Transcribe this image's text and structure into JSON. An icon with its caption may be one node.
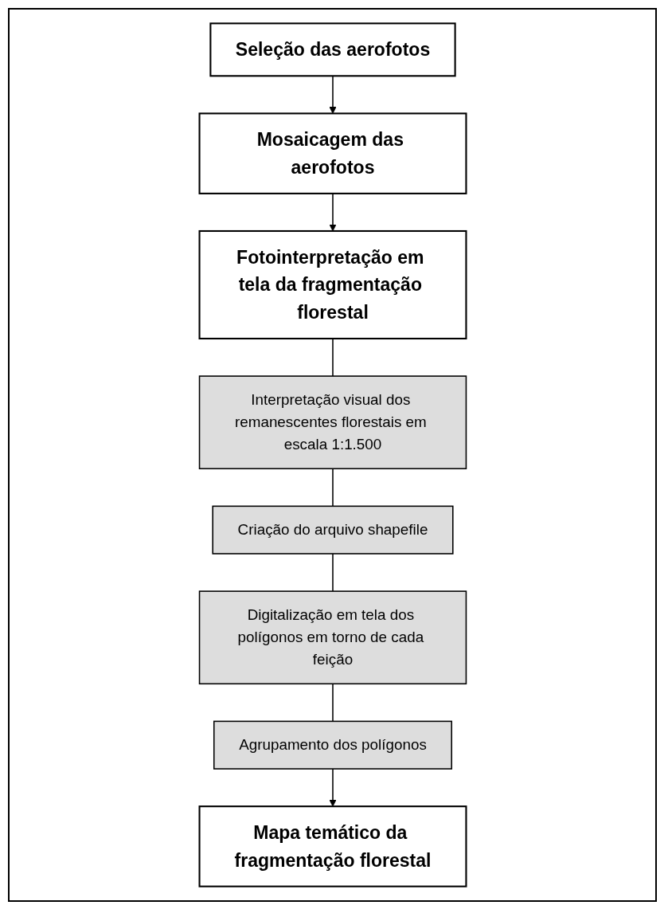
{
  "diagram": {
    "nodes": [
      {
        "text": [
          "Seleção das aerofotos"
        ]
      },
      {
        "text": [
          "Mosaicagem das aerofotos"
        ]
      },
      {
        "text": [
          "Fotointerpretação em tela da fragmentação florestal"
        ]
      },
      {
        "text": [
          "Interpretação visual dos remanescentes florestais em escala 1:1.500"
        ]
      },
      {
        "text": [
          "Criação do arquivo shapefile"
        ]
      },
      {
        "text": [
          "Digitalização em tela dos polígonos em torno de cada feição"
        ]
      },
      {
        "text": [
          "Agrupamento dos polígonos"
        ]
      },
      {
        "text": [
          "Mapa temático da fragmentação florestal"
        ]
      }
    ],
    "edges": [
      {
        "from": 0,
        "to": 1,
        "arrow": "to"
      },
      {
        "from": 1,
        "to": 2,
        "arrow": "to"
      },
      {
        "from": 2,
        "to": 3,
        "arrow": "none"
      },
      {
        "from": 3,
        "to": 4,
        "arrow": "none"
      },
      {
        "from": 4,
        "to": 5,
        "arrow": "none"
      },
      {
        "from": 5,
        "to": 6,
        "arrow": "none"
      },
      {
        "from": 6,
        "to": 7,
        "arrow": "to"
      }
    ]
  }
}
